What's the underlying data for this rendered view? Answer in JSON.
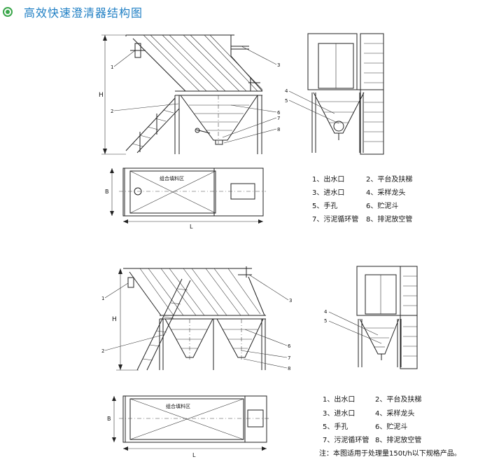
{
  "title": "高效快速澄清器结构图",
  "colors": {
    "title": "#1f7fc4",
    "bullet": "#3aa64a",
    "line": "#222222"
  },
  "icons": {
    "title_bullet": "double-circle-icon"
  },
  "diagram1": {
    "fill_label": "组合填料区",
    "dim_h": "H",
    "dim_b": "B",
    "dim_l": "L",
    "callouts": [
      "1",
      "2",
      "3",
      "4",
      "5",
      "6",
      "7",
      "8"
    ],
    "legend": [
      [
        "1、出水口",
        "2、平台及扶梯"
      ],
      [
        "3、进水口",
        "4、采样龙头"
      ],
      [
        "5、手孔",
        "6、贮泥斗"
      ],
      [
        "7、污泥循环管",
        "8、排泥放空管"
      ]
    ]
  },
  "diagram2": {
    "fill_label": "组合填料区",
    "dim_h": "H",
    "dim_b": "B",
    "dim_l": "L",
    "callouts": [
      "1",
      "2",
      "3",
      "4",
      "5",
      "6",
      "7",
      "8"
    ],
    "legend": [
      [
        "1、出水口",
        "2、平台及扶梯"
      ],
      [
        "3、进水口",
        "4、采样龙头"
      ],
      [
        "5、手孔",
        "6、贮泥斗"
      ],
      [
        "7、污泥循环管",
        "8、排泥放空管"
      ]
    ],
    "note": "注：本图适用于处理量150t/h以下规格产品。"
  }
}
